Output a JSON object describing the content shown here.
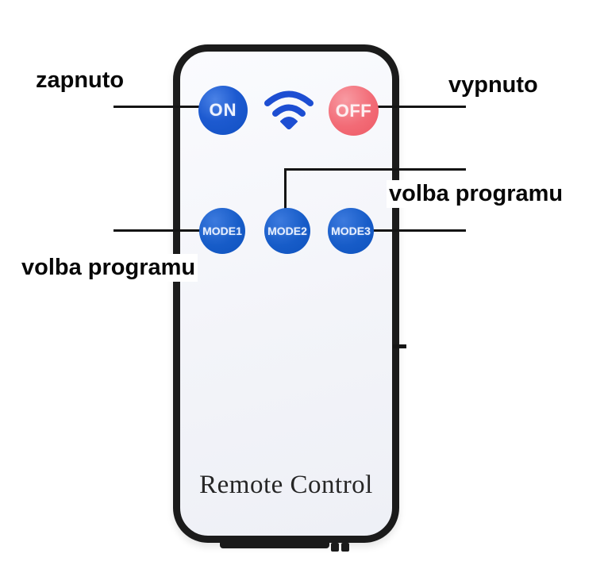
{
  "annotations": {
    "zapnuto": {
      "label": "zapnuto"
    },
    "vypnuto": {
      "label": "vypnuto"
    },
    "volba_programu_right": {
      "label": "volba programu"
    },
    "volba_programu_left": {
      "label": "volba programu"
    }
  },
  "remote": {
    "brand": "Remote Control",
    "buttons": {
      "on": {
        "label": "ON",
        "color": "#1a55c9"
      },
      "off": {
        "label": "OFF",
        "color": "#f0616c"
      },
      "mode1": {
        "label": "MODE1",
        "color": "#1259c6"
      },
      "mode2": {
        "label": "MODE2",
        "color": "#1259c6"
      },
      "mode3": {
        "label": "MODE3",
        "color": "#1259c6"
      }
    },
    "icons": {
      "wifi": "wifi-icon"
    },
    "colors": {
      "frame": "#1b1b1b",
      "face": "#f4f5f9",
      "wifi_blue": "#1d4ed2",
      "callout_line": "#141414",
      "label_text": "#070707"
    }
  }
}
